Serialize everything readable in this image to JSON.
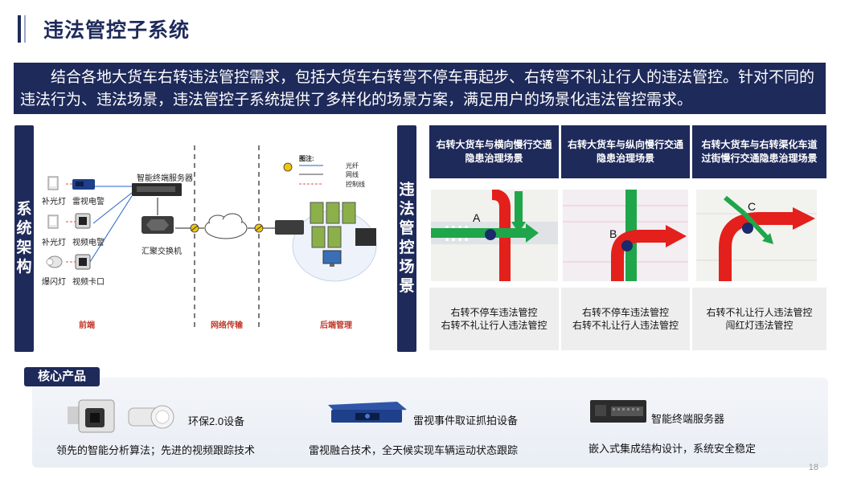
{
  "title": "违法管控子系统",
  "intro": "结合各地大货车右转违法管控需求，包括大货车右转弯不停车再起步、右转弯不礼让行人的违法管控。针对不同的违法行为、违法场景，违法管控子系统提供了多样化的场景方案，满足用户的场景化违法管控需求。",
  "architecture": {
    "tab_label": "系统架构",
    "devices": {
      "fill_light_1": "补光灯",
      "radar_camera": "雷视电警",
      "fill_light_2": "补光灯",
      "video_camera": "视频电警",
      "flash_light": "爆闪灯",
      "video_checkpoint": "视频卡口",
      "edge_server": "智能终端服务器",
      "switch": "汇聚交换机"
    },
    "legend": {
      "title": "图注:",
      "fiber": "光纤",
      "network": "网线",
      "control": "控制线"
    },
    "zones": {
      "front": "前端",
      "network": "网络传输",
      "backend": "后端管理"
    }
  },
  "scenes": {
    "tab_label": "违法管控场景",
    "items": [
      {
        "heading": "右转大货车与横向慢行交通隐患治理场景",
        "marker": "A",
        "lines": [
          "右转不停车违法管控",
          "右转不礼让行人违法管控"
        ]
      },
      {
        "heading": "右转大货车与纵向慢行交通隐患治理场景",
        "marker": "B",
        "lines": [
          "右转不停车违法管控",
          "右转不礼让行人违法管控"
        ]
      },
      {
        "heading": "右转大货车与右转渠化车道过街慢行交通隐患治理场景",
        "marker": "C",
        "lines": [
          "右转不礼让行人违法管控",
          "闯红灯违法管控"
        ]
      }
    ]
  },
  "products": {
    "tab_label": "核心产品",
    "items": [
      {
        "name": "环保2.0设备",
        "desc": "领先的智能分析算法；先进的视频跟踪技术"
      },
      {
        "name": "雷视事件取证抓拍设备",
        "desc": "雷视融合技术，全天候实现车辆运动状态跟踪"
      },
      {
        "name": "智能终端服务器",
        "desc": "嵌入式集成结构设计，系统安全稳定"
      }
    ]
  },
  "page_number": "18",
  "colors": {
    "navy": "#1e2a5a",
    "accent_red": "#e3201b",
    "accent_green": "#1fa64a"
  }
}
